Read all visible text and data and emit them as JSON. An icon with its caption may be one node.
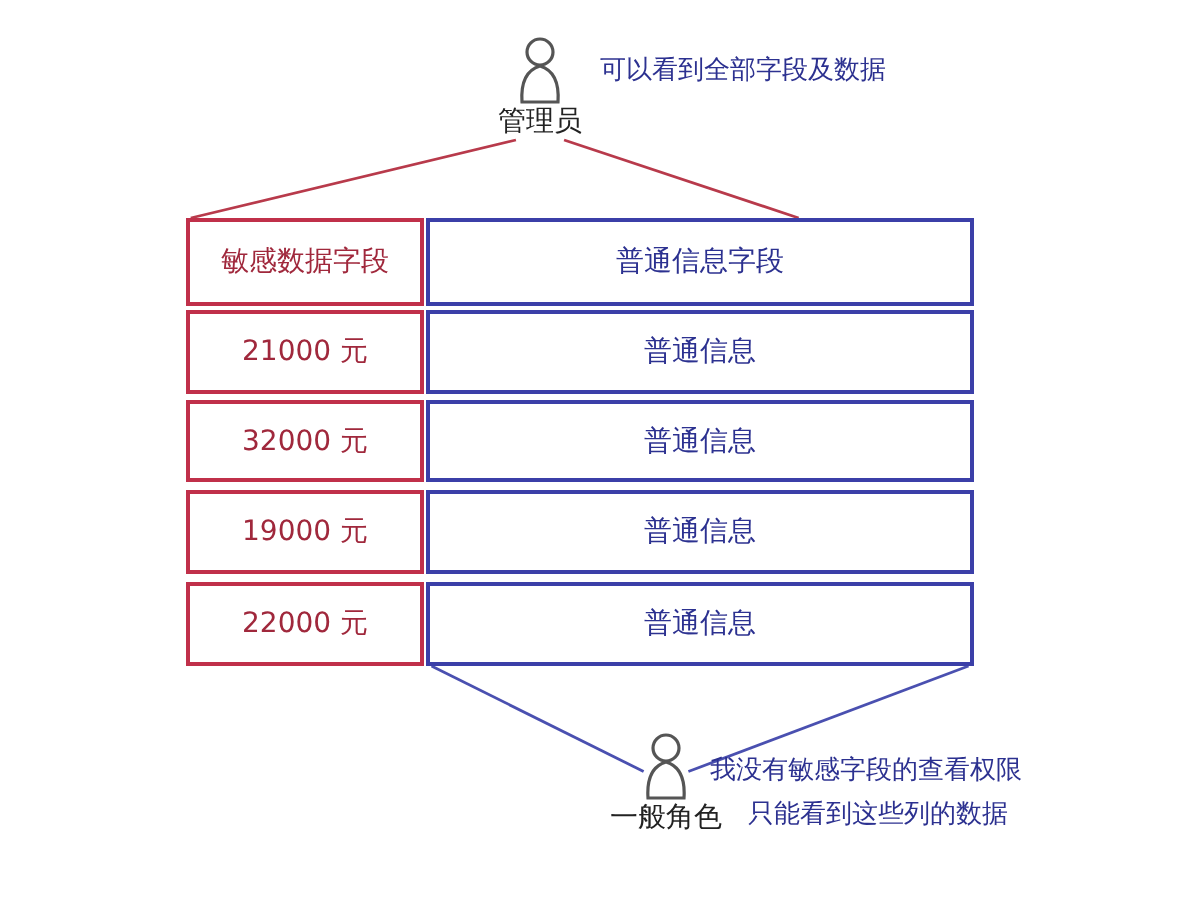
{
  "diagram": {
    "nodes": [
      {
        "text": [
          "管理员"
        ],
        "beside": [
          "可以看到全部字段及数据"
        ]
      },
      {
        "text": [
          "敏感数据字段"
        ]
      },
      {
        "text": [
          "普通信息字段"
        ]
      },
      {
        "text": [
          "21000 元"
        ]
      },
      {
        "text": [
          "普通信息"
        ]
      },
      {
        "text": [
          "32000 元"
        ]
      },
      {
        "text": [
          "普通信息"
        ]
      },
      {
        "text": [
          "19000 元"
        ]
      },
      {
        "text": [
          "普通信息"
        ]
      },
      {
        "text": [
          "22000 元"
        ]
      },
      {
        "text": [
          "普通信息"
        ]
      },
      {
        "text": [
          "一般角色"
        ],
        "beside": [
          "我没有敏感字段的查看权限",
          "只能看到这些列的数据"
        ]
      }
    ],
    "edges": [
      {
        "from": 0,
        "to": 1,
        "arrow": "none",
        "color": "#b83a4b"
      },
      {
        "from": 0,
        "to": 2,
        "arrow": "none",
        "color": "#b83a4b"
      },
      {
        "from": 10,
        "to": 11,
        "arrow": "none",
        "color": "#4a50b0"
      },
      {
        "from": 10,
        "to": 11,
        "arrow": "none",
        "color": "#4a50b0"
      }
    ]
  }
}
